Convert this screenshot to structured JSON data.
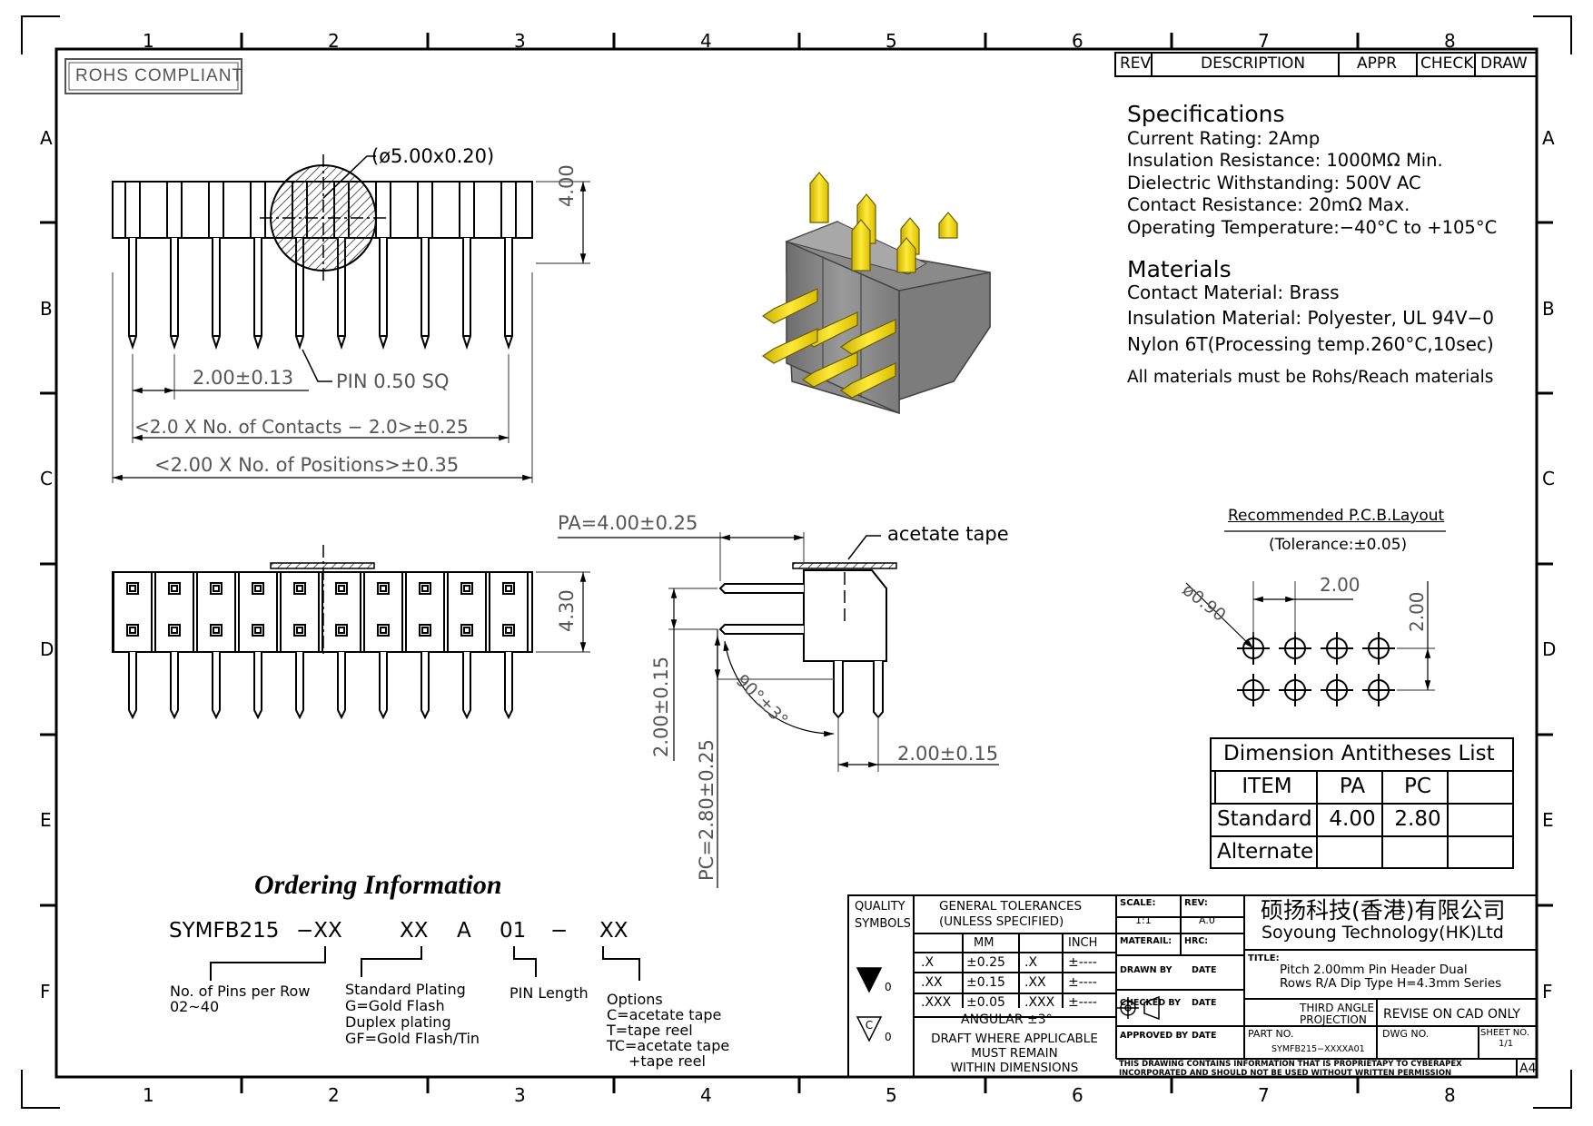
{
  "grid": {
    "col_labels": [
      "1",
      "2",
      "3",
      "4",
      "5",
      "6",
      "7",
      "8"
    ],
    "row_labels": [
      "A",
      "B",
      "C",
      "D",
      "E",
      "F"
    ]
  },
  "rohs_label": "ROHS COMPLIANT",
  "revision_table": {
    "rev": "REV",
    "description": "DESCRIPTION",
    "appr": "APPR",
    "check": "CHECK",
    "draw": "DRAW"
  },
  "specifications": {
    "heading": "Specifications",
    "lines": [
      "Current Rating:   2Amp",
      "Insulation  Resistance:  1000MΩ  Min.",
      "Dielectric  Withstanding:    500V  AC",
      "Contact  Resistance:    20mΩ  Max.",
      "Operating  Temperature:−40°C  to  +105°C"
    ]
  },
  "materials": {
    "heading": "Materials",
    "lines": [
      "Contact  Material:    Brass",
      "Insulation  Material:  Polyester, UL  94V−0",
      "Nylon  6T(Processing  temp.260°C,10sec)",
      "All  materials  must  be  Rohs/Reach  materials"
    ]
  },
  "top_view": {
    "circle_dim": "(ø5.00x0.20)",
    "height_dim": "4.00",
    "pitch_dim": "2.00±0.13",
    "pin_label": "PIN  0.50  SQ",
    "contacts_dim": "<2.0  X  No.  of  Contacts  −  2.0>±0.25",
    "positions_dim": "<2.00  X  No.  of  Positions>±0.35"
  },
  "front_view": {
    "height_dim": "4.30"
  },
  "side_view": {
    "pa_dim": "PA=4.00±0.25",
    "tape_label": "acetate  tape",
    "row_pitch_dim": "2.00±0.15",
    "angle_dim": "90°±3°",
    "pc_dim": "PC=2.80±0.25",
    "tail_pitch_dim": "2.00±0.15"
  },
  "pcb_layout": {
    "title": "Recommended  P.C.B.Layout",
    "tolerance": "(Tolerance:±0.05)",
    "hole_dim": "ø0.90",
    "x_pitch": "2.00",
    "y_pitch": "2.00"
  },
  "dimension_table": {
    "title": "Dimension  Antitheses  List",
    "headers": [
      "ITEM",
      "PA",
      "PC",
      ""
    ],
    "rows": [
      [
        "Standard",
        "4.00",
        "2.80",
        ""
      ],
      [
        "Alternate",
        "",
        "",
        ""
      ]
    ]
  },
  "ordering": {
    "title": "Ordering Information",
    "code": [
      "SYMFB215",
      "−XX",
      "XX",
      "A",
      "01",
      "−",
      "XX"
    ],
    "pins_label": [
      "No.  of  Pins  per  Row",
      "02~40"
    ],
    "plating_label": [
      "Standard  Plating",
      "G=Gold  Flash",
      "Duplex  plating",
      "GF=Gold  Flash/Tin"
    ],
    "length_label": "PIN  Length",
    "options_label": [
      "Options",
      "C=acetate  tape",
      "T=tape  reel",
      "TC=acetate  tape",
      "+tape  reel"
    ]
  },
  "title_block": {
    "quality": [
      "QUALITY",
      "SYMBOLS"
    ],
    "quality_marks": [
      "0",
      "0"
    ],
    "general_tol": [
      "GENERAL  TOLERANCES",
      "(UNLESS  SPECIFIED)"
    ],
    "mm_label": "MM",
    "inch_label": "INCH",
    "tol_rows": [
      [
        ".X",
        "±0.25",
        ".X",
        "±----"
      ],
      [
        ".XX",
        "±0.15",
        ".XX",
        "±----"
      ],
      [
        ".XXX",
        "±0.05",
        ".XXX",
        "±----"
      ]
    ],
    "angular": "ANGULAR  ±3°",
    "draft_note": [
      "DRAFT  WHERE  APPLICABLE",
      "MUST  REMAIN",
      "WITHIN  DIMENSIONS"
    ],
    "scale_label": "SCALE:",
    "scale_value": "1:1",
    "rev_label": "REV:",
    "rev_value": "A.0",
    "material_label": "MATERAIL:",
    "hrc_label": "HRC:",
    "drawn_by": "DRAWN  BY",
    "checked_by": "CHECKED  BY",
    "approved_by": "APPROVED  BY",
    "date_label": "DATE",
    "company_cn": "硕扬科技(香港)有限公司",
    "company_en": "Soyoung  Technology(HK)Ltd",
    "title_label": "TITLE:",
    "title_lines": [
      "Pitch  2.00mm  Pin  Header  Dual",
      "Rows  R/A  Dip  Type  H=4.3mm  Series"
    ],
    "projection": [
      "THIRD  ANGLE",
      "PROJECTION"
    ],
    "revise_note": "REVISE  ON  CAD  ONLY",
    "part_no_label": "PART  NO.",
    "part_no": "SYMFB215−XXXXA01",
    "dwg_no_label": "DWG  NO.",
    "sheet_no_label": "SHEET  NO.",
    "sheet_no": "1/1",
    "proprietary": [
      "THIS  DRAWING  CONTAINS  INFORMATION  THAT  IS  PROPRIETAPY  TO  CYBERAPEX",
      "INCORPORATED  AND  SHOULD  NOT  BE  USED  WITHOUT  WRITTEN  PERMISSION"
    ],
    "paper_size": "A4"
  }
}
